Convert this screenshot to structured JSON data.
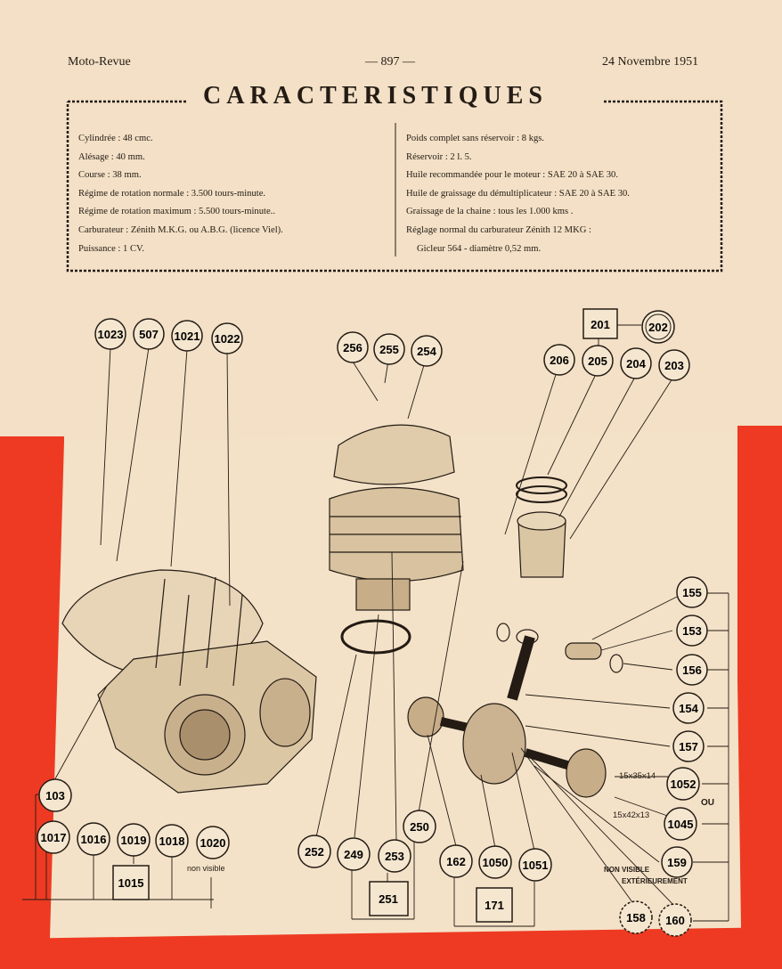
{
  "header": {
    "publication": "Moto-Revue",
    "page_number": "— 897 —",
    "date": "24 Novembre 1951"
  },
  "title": "CARACTERISTIQUES",
  "specs": {
    "left": [
      "Cylindrée : 48 cmc.",
      "Alésage : 40 mm.",
      "Course : 38 mm.",
      "Régime de rotation normale : 3.500 tours-minute.",
      "Régime de rotation maximum : 5.500 tours-minute..",
      "Carburateur : Zénith M.K.G. ou A.B.G. (licence Viel).",
      "Puissance : 1 CV."
    ],
    "right": [
      "Poids complet sans réservoir : 8 kgs.",
      "Réservoir : 2 l. 5.",
      "Huile recommandée pour le moteur : SAE 20 à SAE 30.",
      "Huile de graissage du démultiplicateur : SAE 20 à SAE 30.",
      "Graissage de la chaine : tous les 1.000 kms .",
      "Réglage normal du carburateur Zénith 12 MKG :",
      "Gicleur 564 - diamètre 0,52 mm."
    ]
  },
  "parts": {
    "p1023": "1023",
    "p507": "507",
    "p1021": "1021",
    "p1022": "1022",
    "p256": "256",
    "p255": "255",
    "p254": "254",
    "p201": "201",
    "p202": "202",
    "p206": "206",
    "p205": "205",
    "p204": "204",
    "p203": "203",
    "p155": "155",
    "p153": "153",
    "p156": "156",
    "p154": "154",
    "p157": "157",
    "p1052": "1052",
    "p1045": "1045",
    "p159": "159",
    "p158": "158",
    "p160": "160",
    "p103": "103",
    "p1017": "1017",
    "p1016": "1016",
    "p1019": "1019",
    "p1018": "1018",
    "p1020": "1020",
    "p1015": "1015",
    "p252": "252",
    "p249": "249",
    "p253": "253",
    "p250": "250",
    "p251": "251",
    "p162": "162",
    "p1050": "1050",
    "p1051": "1051",
    "p171": "171"
  },
  "notes": {
    "non_visible": "non visible",
    "bearing1": "15x35x14",
    "bearing2": "15x42x13",
    "ou": "OU",
    "non_visible_ext1": "NON VISIBLE",
    "non_visible_ext2": "EXTÉRIEUREMENT"
  }
}
